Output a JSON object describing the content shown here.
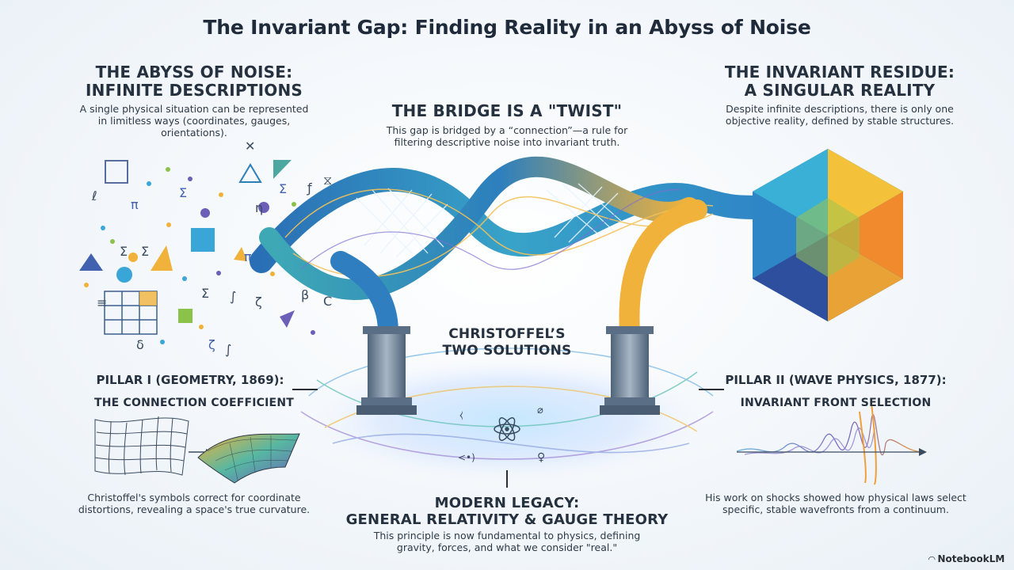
{
  "title": "The Invariant Gap: Finding Reality in an Abyss of Noise",
  "abyss": {
    "heading_line1": "THE ABYSS OF NOISE:",
    "heading_line2": "INFINITE DESCRIPTIONS",
    "body": "A single physical situation can be represented in limitless ways (coordinates, gauges, orientations)."
  },
  "bridge": {
    "heading": "THE BRIDGE IS A \"TWIST\"",
    "body": "This gap is bridged by a “connection”—a rule for filtering descriptive noise into invariant truth."
  },
  "residue": {
    "heading_line1": "THE INVARIANT RESIDUE:",
    "heading_line2": "A SINGULAR REALITY",
    "body": "Despite infinite descriptions, there is only one objective reality, defined by stable structures."
  },
  "pillars_label": {
    "line1": "CHRISTOFFEL’S",
    "line2": "TWO SOLUTIONS"
  },
  "pillar1": {
    "heading": "PILLAR I (GEOMETRY, 1869):",
    "subheading": "THE CONNECTION COEFFICIENT",
    "body": "Christoffel's symbols correct for coordinate distortions, revealing a space's true curvature."
  },
  "pillar2": {
    "heading": "PILLAR II (WAVE PHYSICS, 1877):",
    "subheading": "INVARIANT FRONT SELECTION",
    "body": "His work on shocks showed how physical laws select specific, stable wavefronts from a continuum."
  },
  "legacy": {
    "heading_line1": "MODERN LEGACY:",
    "heading_line2": "GENERAL RELATIVITY & GAUGE THEORY",
    "body": "This principle is now fundamental to physics, defining gravity, forces, and what we consider \"real.\""
  },
  "brand": "NotebookLM",
  "colors": {
    "ribbon_blue": "#2f7fc0",
    "ribbon_teal": "#38a9b0",
    "ribbon_gold": "#f0b23a",
    "cube_top_left": "#3bb0d6",
    "cube_right": "#f08a2c",
    "cube_bottom": "#2a5fa8",
    "cube_center": "#9cc54c"
  },
  "icons": [
    "atom-icon",
    "grid-icon",
    "curved-surface-icon",
    "wave-icon",
    "arrow-icon"
  ]
}
